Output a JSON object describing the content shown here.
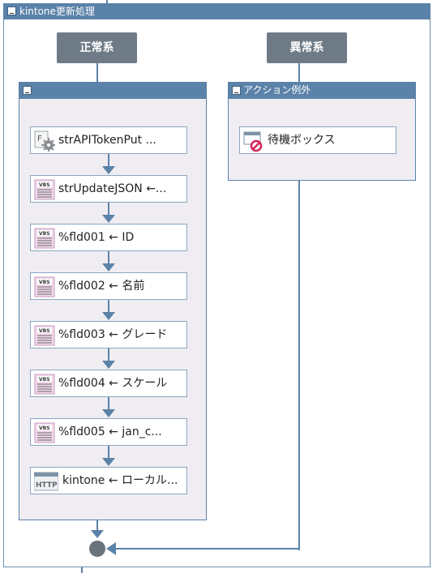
{
  "window": {
    "title": "kintone更新処理"
  },
  "branches": {
    "normal_label": "正常系",
    "error_label": "異常系"
  },
  "normal_panel": {
    "steps": [
      {
        "icon": "function-gear-icon",
        "label": "strAPITokenPut ..."
      },
      {
        "icon": "vbs-script-icon",
        "label": "strUpdateJSON ←..."
      },
      {
        "icon": "vbs-script-icon",
        "label": "%fld001 ← ID"
      },
      {
        "icon": "vbs-script-icon",
        "label": "%fld002 ← 名前"
      },
      {
        "icon": "vbs-script-icon",
        "label": "%fld003 ← グレード"
      },
      {
        "icon": "vbs-script-icon",
        "label": "%fld004 ← スケール"
      },
      {
        "icon": "vbs-script-icon",
        "label": "%fld005 ← jan_c..."
      },
      {
        "icon": "http-icon",
        "label": "kintone ← ローカル..."
      }
    ]
  },
  "error_panel": {
    "title": "アクション例外",
    "steps": [
      {
        "icon": "wait-box-icon",
        "label": "待機ボックス"
      }
    ]
  },
  "icon_text": {
    "vbs": "VBS",
    "http": "HTTP",
    "func": "F"
  },
  "colors": {
    "frame": "#5b82a8",
    "panel_bg": "#f0edf2",
    "branch_btn": "#6e7b87",
    "join_node": "#6a737b"
  }
}
